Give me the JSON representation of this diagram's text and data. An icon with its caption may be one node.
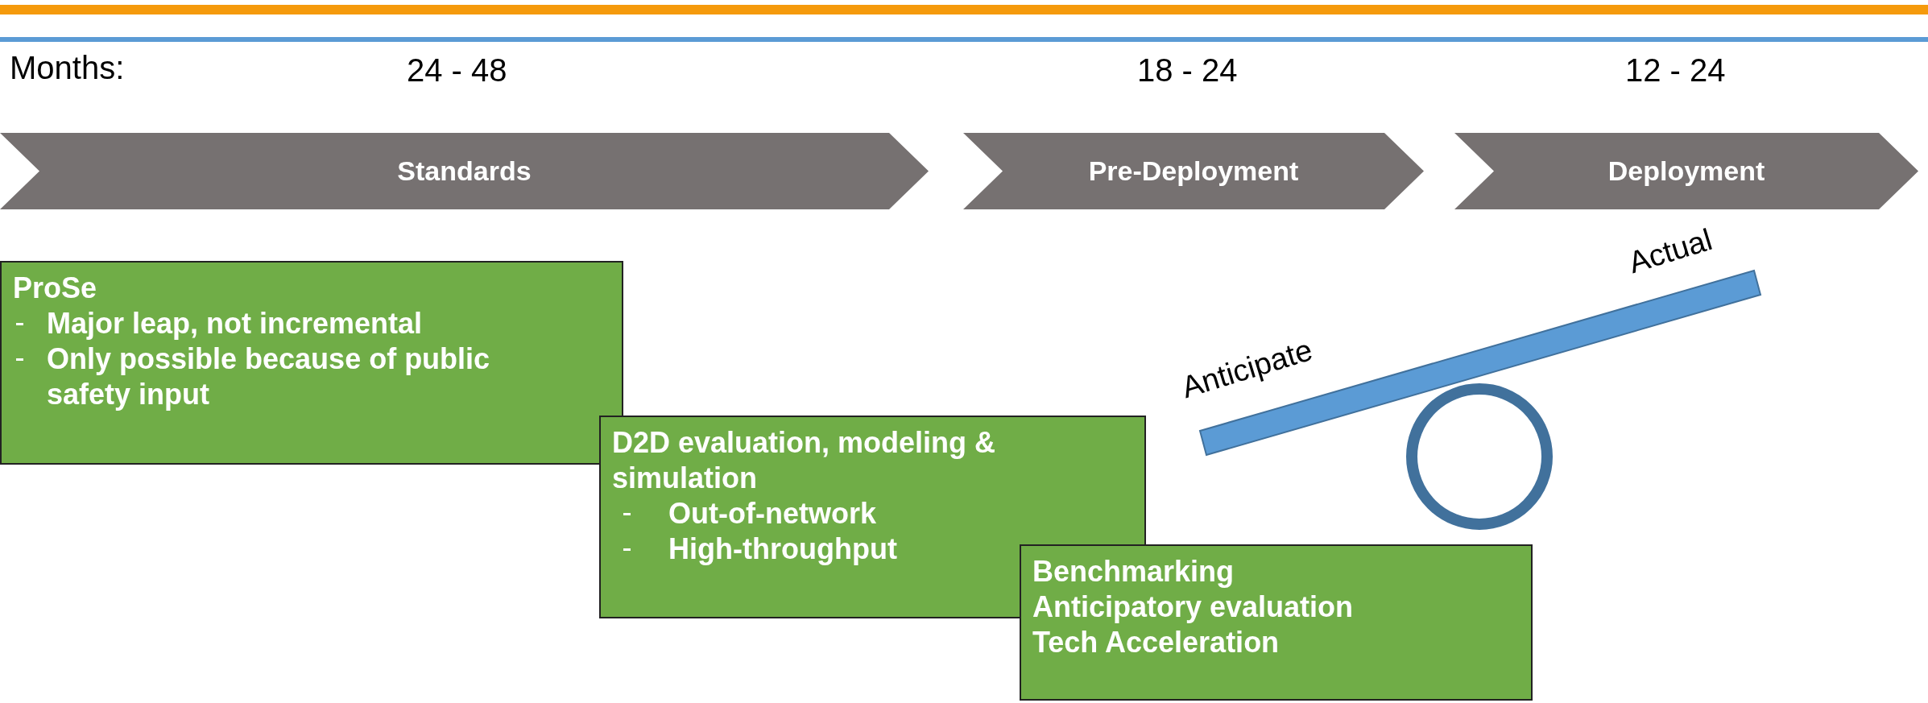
{
  "diagram": {
    "nodes": [
      {
        "text": [
          "Standards"
        ]
      },
      {
        "text": [
          "Pre-Deployment"
        ]
      },
      {
        "text": [
          "Deployment"
        ]
      },
      {
        "text": [
          "ProSe",
          "Major leap, not incremental",
          "Only possible because of public safety input"
        ]
      },
      {
        "text": [
          "D2D evaluation, modeling & simulation",
          "Out-of-network",
          "High-throughput"
        ]
      },
      {
        "text": [
          "Benchmarking",
          "Anticipatory evaluation",
          "Tech Acceleration"
        ]
      }
    ],
    "edges": [],
    "labels": [
      "Months:",
      "24 - 48",
      "18 - 24",
      "12 - 24",
      "Actual",
      "Anticipate"
    ]
  }
}
